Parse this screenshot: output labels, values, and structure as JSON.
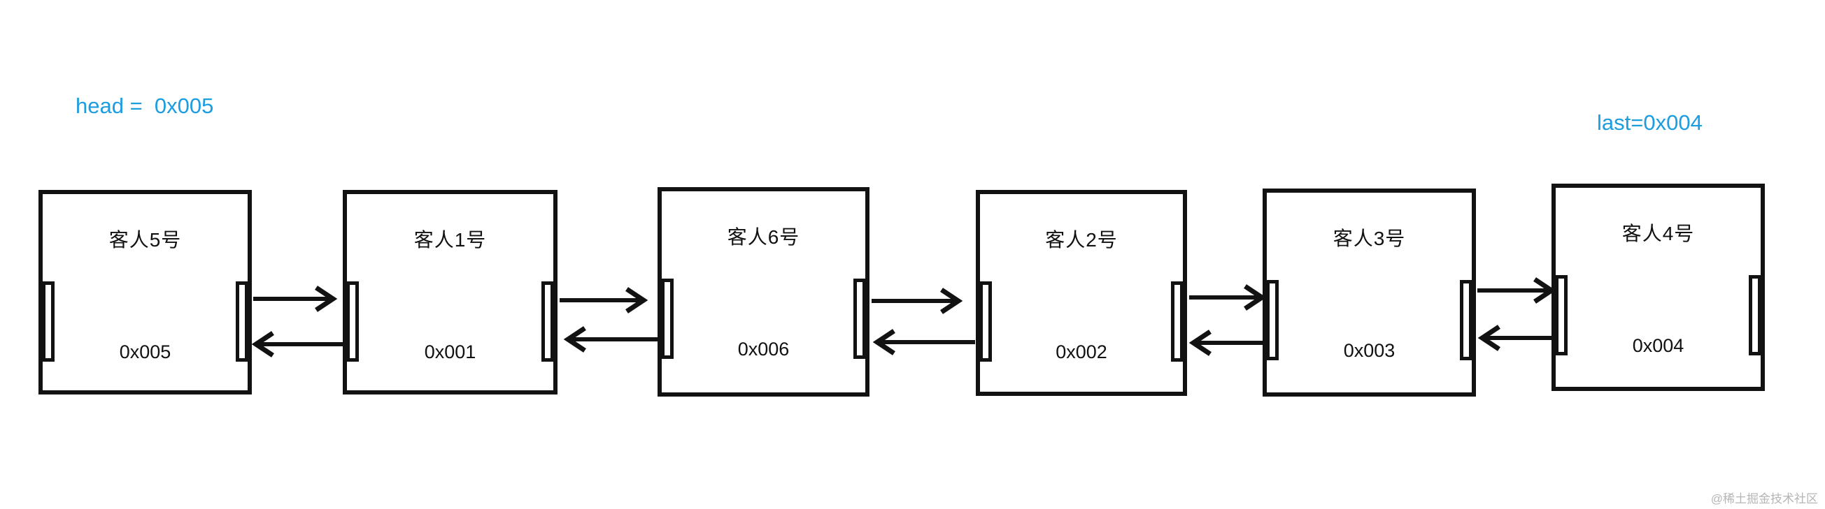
{
  "colors": {
    "accent_blue": "#1b9de0",
    "stroke_black": "#121212",
    "watermark_gray": "#b5b5b5"
  },
  "pointers": {
    "head": "head =  0x005",
    "last": "last=0x004"
  },
  "nodes": [
    {
      "label": "客人5号",
      "address": "0x005"
    },
    {
      "label": "客人1号",
      "address": "0x001"
    },
    {
      "label": "客人6号",
      "address": "0x006"
    },
    {
      "label": "客人2号",
      "address": "0x002"
    },
    {
      "label": "客人3号",
      "address": "0x003"
    },
    {
      "label": "客人4号",
      "address": "0x004"
    }
  ],
  "links": [
    {
      "from": "0x005",
      "to": "0x001",
      "direction": "next"
    },
    {
      "from": "0x001",
      "to": "0x005",
      "direction": "prev"
    },
    {
      "from": "0x001",
      "to": "0x006",
      "direction": "next"
    },
    {
      "from": "0x006",
      "to": "0x001",
      "direction": "prev"
    },
    {
      "from": "0x006",
      "to": "0x002",
      "direction": "next"
    },
    {
      "from": "0x002",
      "to": "0x006",
      "direction": "prev"
    },
    {
      "from": "0x002",
      "to": "0x003",
      "direction": "next"
    },
    {
      "from": "0x003",
      "to": "0x002",
      "direction": "prev"
    },
    {
      "from": "0x003",
      "to": "0x004",
      "direction": "next"
    },
    {
      "from": "0x004",
      "to": "0x003",
      "direction": "prev"
    }
  ],
  "watermark": "@稀土掘金技术社区"
}
